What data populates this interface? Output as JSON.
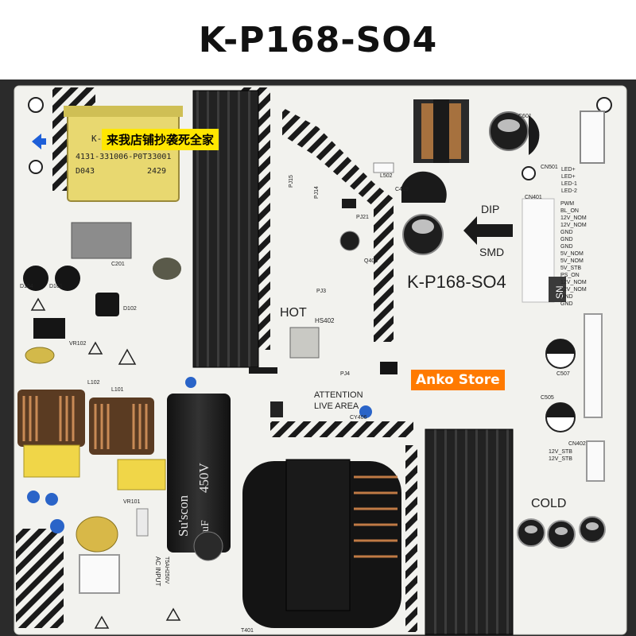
{
  "title": "K-P168-SO4",
  "board": {
    "model": "K-P168-SO4",
    "hot_label": "HOT",
    "cold_label": "COLD",
    "dip_label": "DIP",
    "smd_label": "SMD",
    "attention_line1": "ATTENTION",
    "attention_line2": "LIVE AREA",
    "transformer_text1": "K-TFQ",
    "transformer_text2": "4131-331006-P0T33001",
    "transformer_text3": "D043",
    "transformer_text4": "2429",
    "capacitor_text1": "Su'scon",
    "capacitor_text2": "450V",
    "capacitor_text3": "100uF",
    "fuse_text": "T5AH250V",
    "ac_input_text": "AC INPUT",
    "connector_pins": [
      "PWM",
      "BL_ON",
      "12V_NOM",
      "12V_NOM",
      "GND",
      "GND",
      "GND",
      "5V_NOM",
      "5V_NOM",
      "5V_STB",
      "PS_ON",
      "12V_NOM",
      "12V_NOM",
      "GND",
      "GND"
    ],
    "led_pins": [
      "LED+",
      "LED+",
      "LED-1",
      "LED-2"
    ],
    "std_pins": [
      "12V_STB",
      "12V_STB"
    ],
    "sn_label": "SN",
    "refs": {
      "cn401": "CN401",
      "cn501": "CN501",
      "cn402": "CN402",
      "hs402": "HS402",
      "t401": "T401",
      "l101": "L101",
      "l102": "L102",
      "c601": "C601",
      "c419": "C419",
      "c507": "C507",
      "c505": "C505",
      "d101": "D101",
      "d102": "D102",
      "d104": "D104",
      "c201": "C201",
      "l502": "L502",
      "pj15": "PJ15",
      "pj14": "PJ14",
      "pj21": "PJ21",
      "pj3": "PJ3",
      "pj4": "PJ4",
      "q403": "Q403",
      "vr102": "VR102",
      "vr101": "VR101",
      "cy406": "CY406"
    }
  },
  "overlays": {
    "chinese_watermark": "来我店铺抄袭死全家",
    "store_watermark": "Anko Store"
  },
  "colors": {
    "board": "#f2f2ee",
    "heatsink": "#1e1e1e",
    "yellow_part": "#e8d870",
    "store_tag": "#ff7a00",
    "cn_tag": "#ffe600"
  }
}
